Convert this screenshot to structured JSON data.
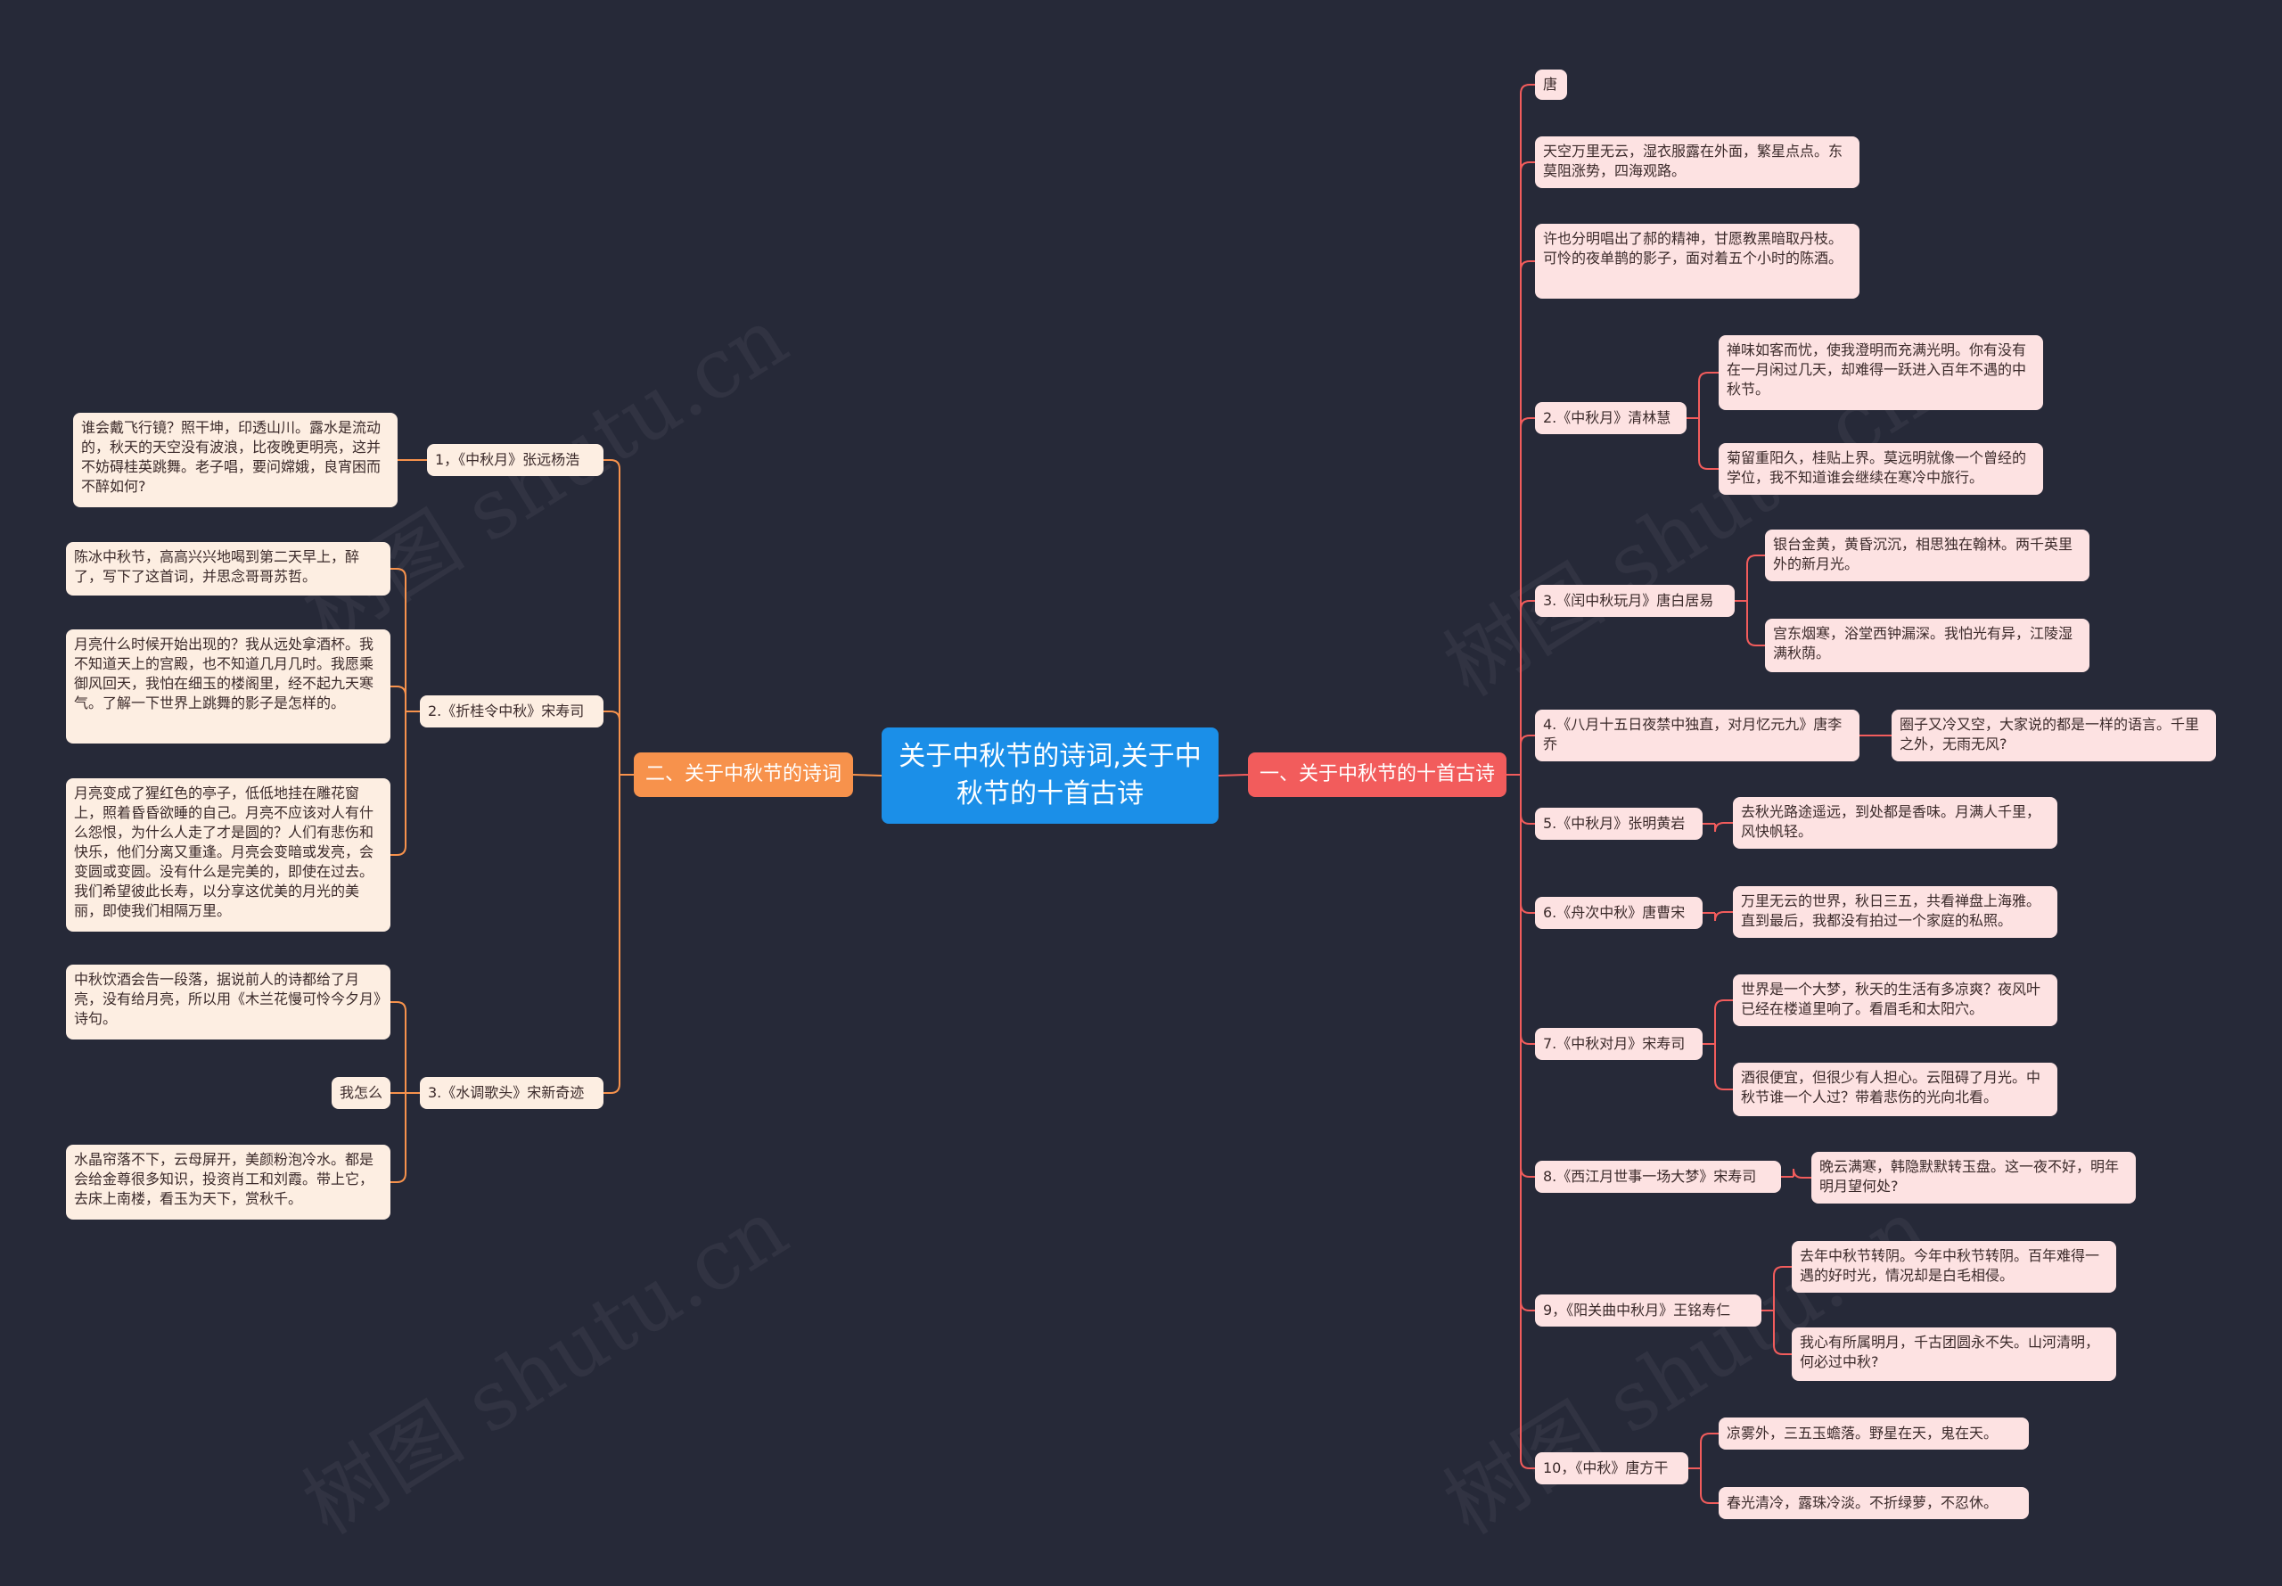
{
  "watermark": "树图 shutu.cn",
  "colors": {
    "background": "#262938",
    "root": "#1b8fe8",
    "branch_right": "#f25c5c",
    "branch_left": "#f7924c",
    "line_right": "#f25c5c",
    "line_left": "#f7924c"
  },
  "root": "关于中秋节的诗词,关于中秋节的十首古诗",
  "right": {
    "label": "一、关于中秋节的十首古诗",
    "tang": "唐",
    "intro1": "天空万里无云，湿衣服露在外面，繁星点点。东莫阻涨势，四海观路。",
    "intro2": "许也分明唱出了郝的精神，甘愿教黑暗取丹枝。可怜的夜单鹊的影子，面对着五个小时的陈酒。",
    "p2": {
      "title": "2.《中秋月》清林慧",
      "l1": "禅味如客而忧，使我澄明而充满光明。你有没有在一月闲过几天，却难得一跃进入百年不遇的中秋节。",
      "l2": "菊留重阳久，桂贴上界。莫远明就像一个曾经的学位，我不知道谁会继续在寒冷中旅行。"
    },
    "p3": {
      "title": "3.《闰中秋玩月》唐白居易",
      "l1": "银台金黄，黄昏沉沉，相思独在翰林。两千英里外的新月光。",
      "l2": "宫东烟寒，浴堂西钟漏深。我怕光有异，江陵湿满秋荫。"
    },
    "p4": {
      "title": "4.《八月十五日夜禁中独直，对月忆元九》唐李乔",
      "l1": "圈子又冷又空，大家说的都是一样的语言。千里之外，无雨无风?"
    },
    "p5": {
      "title": "5.《中秋月》张明黄岩",
      "l1": "去秋光路途遥远，到处都是香味。月满人千里，风快帆轻。"
    },
    "p6": {
      "title": "6.《舟次中秋》唐曹宋",
      "l1": "万里无云的世界，秋日三五，共看禅盘上海雅。直到最后，我都没有拍过一个家庭的私照。"
    },
    "p7": {
      "title": "7.《中秋对月》宋寿司",
      "l1": "世界是一个大梦，秋天的生活有多凉爽？夜风叶已经在楼道里响了。看眉毛和太阳穴。",
      "l2": "酒很便宜，但很少有人担心。云阻碍了月光。中秋节谁一个人过？带着悲伤的光向北看。"
    },
    "p8": {
      "title": "8.《西江月世事一场大梦》宋寿司",
      "l1": "晚云满寒，韩隐默默转玉盘。这一夜不好，明年明月望何处?"
    },
    "p9": {
      "title": "9，《阳关曲中秋月》王铭寿仁",
      "l1": "去年中秋节转阴。今年中秋节转阴。百年难得一遇的好时光，情况却是白毛相侵。",
      "l2": "我心有所属明月，千古团圆永不失。山河清明，何必过中秋?"
    },
    "p10": {
      "title": "10，《中秋》唐方干",
      "l1": "凉雾外，三五玉蟾落。野星在天，鬼在天。",
      "l2": "春光清冷，露珠冷淡。不折绿萝，不忍休。"
    }
  },
  "left": {
    "label": "二、关于中秋节的诗词",
    "a1": {
      "title": "1，《中秋月》张远杨浩",
      "l1": "谁会戴飞行镜？照干坤，印透山川。露水是流动的，秋天的天空没有波浪，比夜晚更明亮，这并不妨碍桂英跳舞。老子唱，要问嫦娥，良宵困而不醉如何?"
    },
    "a2": {
      "title": "2.《折桂令中秋》宋寿司",
      "l1": "陈冰中秋节，高高兴兴地喝到第二天早上，醉了，写下了这首词，并思念哥哥苏哲。",
      "l2": "月亮什么时候开始出现的？我从远处拿酒杯。我不知道天上的宫殿，也不知道几月几时。我愿乘御风回天，我怕在细玉的楼阁里，经不起九天寒气。了解一下世界上跳舞的影子是怎样的。",
      "l3": "月亮变成了猩红色的亭子，低低地挂在雕花窗上，照着昏昏欲睡的自己。月亮不应该对人有什么怨恨，为什么人走了才是圆的？人们有悲伤和快乐，他们分离又重逢。月亮会变暗或发亮，会变圆或变圆。没有什么是完美的，即使在过去。我们希望彼此长寿，以分享这优美的月光的美丽，即使我们相隔万里。"
    },
    "a3": {
      "title": "3.《水调歌头》宋新奇迹",
      "l1": "中秋饮酒会告一段落，据说前人的诗都给了月亮，没有给月亮，所以用《木兰花慢可怜今夕月》诗句。",
      "l2": "我怎么",
      "l3": "水晶帘落不下，云母屏开，美颜粉泡冷水。都是会给金尊很多知识，投资肖工和刘霞。带上它，去床上南楼，看玉为天下，赏秋千。"
    }
  }
}
